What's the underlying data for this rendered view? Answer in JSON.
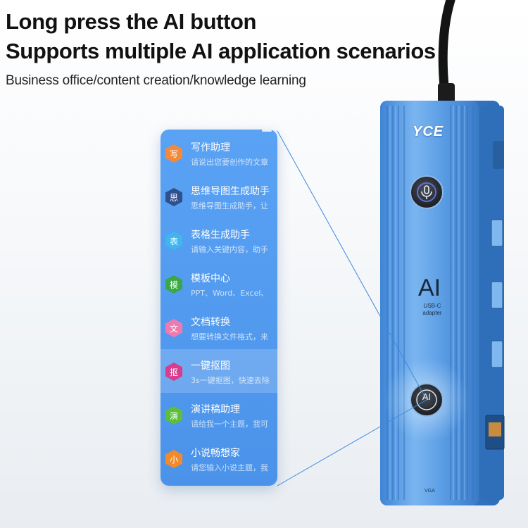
{
  "header": {
    "headline_1": "Long press the AI button",
    "headline_2": "Supports multiple AI application scenarios",
    "subtitle": "Business office/content creation/knowledge learning"
  },
  "menu": {
    "items": [
      {
        "badge": "写",
        "title": "写作助理",
        "desc": "请说出您要创作的文章",
        "color": "#f28a3a"
      },
      {
        "badge": "思",
        "title": "思维导图生成助手",
        "desc": "思维导图生成助手，让",
        "color": "#2f4f8f"
      },
      {
        "badge": "表",
        "title": "表格生成助手",
        "desc": "请输入关键内容，助手",
        "color": "#3fb6f0"
      },
      {
        "badge": "模",
        "title": "模板中心",
        "desc": "PPT、Word、Excel、",
        "color": "#3aa845"
      },
      {
        "badge": "文",
        "title": "文档转换",
        "desc": "想要转换文件格式，来",
        "color": "#f07ab0"
      },
      {
        "badge": "抠",
        "title": "一键抠图",
        "desc": "3s一键抠图，快速去除",
        "color": "#d93c8c"
      },
      {
        "badge": "演",
        "title": "演讲稿助理",
        "desc": "请给我一个主题，我可",
        "color": "#5cbf3a"
      },
      {
        "badge": "小",
        "title": "小说畅想家",
        "desc": "请您输入小说主题，我",
        "color": "#f08a2a"
      }
    ],
    "highlight_index": 5
  },
  "device": {
    "brand": "YCE",
    "ai_label": "AI",
    "caption_1": "USB-C",
    "caption_2": "adapter",
    "ai_button_label": "AI",
    "port_label": "VGA"
  }
}
